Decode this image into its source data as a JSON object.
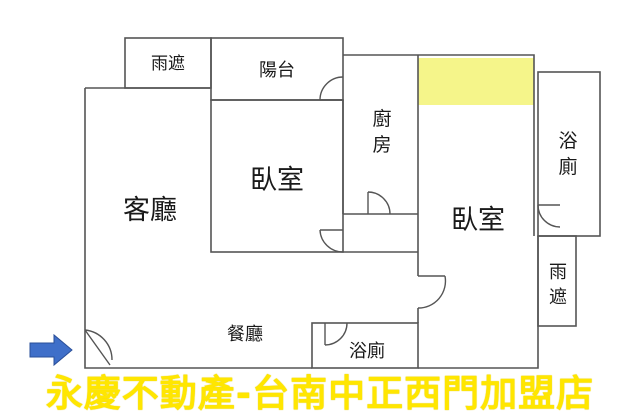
{
  "floorplan": {
    "rooms": {
      "balcony_rain_shelter_top": "雨遮",
      "balcony": "陽台",
      "kitchen": "廚房",
      "living_room": "客廳",
      "bedroom_1": "臥室",
      "bedroom_2": "臥室",
      "bathroom_right": "浴廁",
      "rain_shelter_right": "雨遮",
      "dining_room": "餐廳",
      "bathroom_bottom": "浴廁"
    },
    "highlight_color": "#f5f58a",
    "arrow_color": "#3f6fc9",
    "wall_color": "#555555"
  },
  "footer": {
    "text": "永慶不動產-台南中正西門加盟店",
    "color": "#ffe600"
  }
}
